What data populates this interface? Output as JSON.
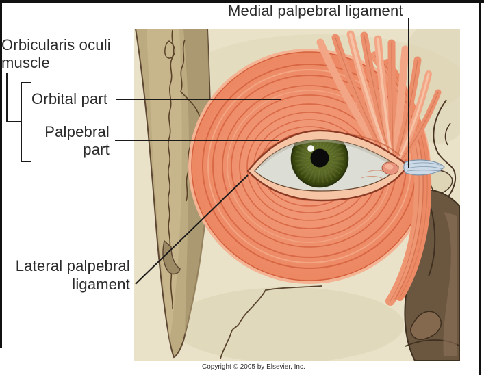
{
  "figure": {
    "labels": {
      "medial_ligament": "Medial palpebral ligament",
      "orbicularis_line1": "Orbicularis oculi",
      "orbicularis_line2": "muscle",
      "orbital_part": "Orbital part",
      "palpebral_line1": "Palpebral",
      "palpebral_line2": "part",
      "lateral_line1": "Lateral palpebral",
      "lateral_line2": "ligament",
      "copyright": "Copyright © 2005 by Elsevier, Inc."
    },
    "colors": {
      "label_text": "#2b2b2b",
      "leader_line": "#1a1a1a",
      "frame_black": "#111111",
      "skull_cream": "#e9e2c8",
      "bone_tan": "#bcab81",
      "bone_outline": "#5f4833",
      "muscle_main": "#ee8c68",
      "muscle_ring": "#d4603e",
      "muscle_light": "#f4b494",
      "nasal_dark": "#6b5640",
      "nasal_darker": "#3f3020",
      "iris_green": "#556326",
      "iris_dark": "#2a330c",
      "pupil": "#0b0b0b",
      "sclera": "#dcddd5",
      "ligament_blue": "#ccd9e6",
      "ligament_stroke": "#7e96ac",
      "caruncle": "#e8937d"
    }
  }
}
